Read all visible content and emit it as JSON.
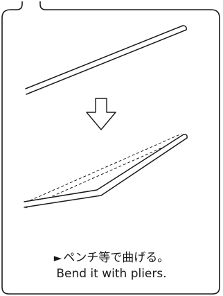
{
  "instruction": {
    "marker": "►",
    "text_ja": "ペンチ等で曲げる。",
    "text_en": "Bend it with pliers."
  },
  "icons": {
    "step_arrow": "down-arrow-icon",
    "frame": "rounded-panel-frame"
  },
  "colors": {
    "stroke": "#1a1a1a",
    "background": "#ffffff"
  }
}
